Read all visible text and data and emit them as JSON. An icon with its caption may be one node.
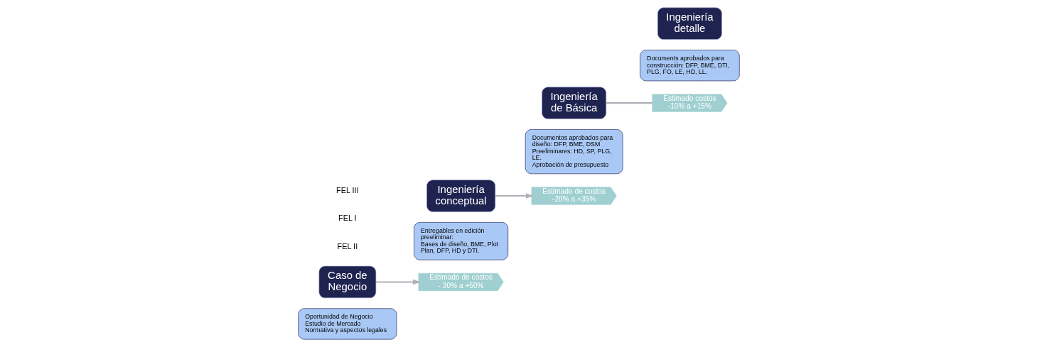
{
  "diagram": {
    "nodes": [
      {
        "text": [
          "Oportunidad de Negocio",
          "Estudio de Mercado",
          "Normativa y aspectos legales"
        ]
      },
      {
        "text": [
          "Caso de Negocio"
        ]
      },
      {
        "text": [
          "Entregables en edición preeliminar:",
          "Bases de diseño, BME, Plot Plan, DFP, HD y DTI."
        ]
      },
      {
        "text": [
          "Ingeniería conceptual"
        ]
      },
      {
        "text": [
          "Estimado de costos",
          "- 30% a +50%"
        ]
      },
      {
        "text": [
          "Documentos aprobados para diseño: DFP, BME, DSM",
          "Preeliminares: HD, SP, PLG, LE.",
          "Aprobación de presupuesto"
        ]
      },
      {
        "text": [
          "Ingeniería de Básica"
        ]
      },
      {
        "text": [
          "Estimado de costos",
          "-20% a +35%"
        ]
      },
      {
        "text": [
          "Documents aprobados para construcción: DFP, BME, DTI, PLG, FO, LE, HD, LL."
        ]
      },
      {
        "text": [
          "Ingeniería detalle"
        ]
      },
      {
        "text": [
          "Estimado costos",
          "-10% a +15%"
        ]
      }
    ],
    "edges": [
      {
        "from": 1,
        "to": 4,
        "arrow": "to"
      },
      {
        "from": 3,
        "to": 7,
        "arrow": "to"
      },
      {
        "from": 6,
        "to": 10,
        "arrow": "none"
      }
    ],
    "labels": [
      "FEL II",
      "FEL I",
      "FEL III"
    ]
  }
}
